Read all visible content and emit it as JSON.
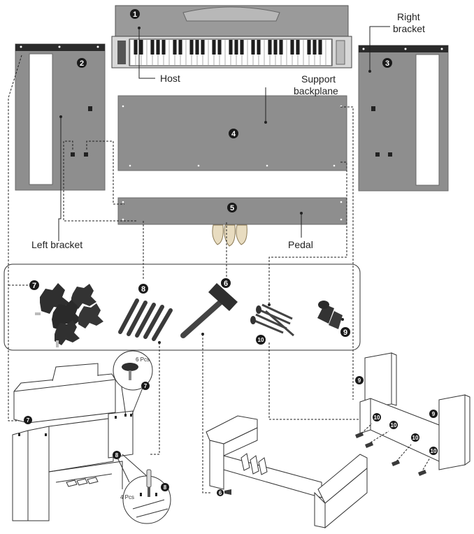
{
  "labels": {
    "host": "Host",
    "right_bracket_line1": "Right",
    "right_bracket_line2": "bracket",
    "support_line1": "Support",
    "support_line2": "backplane",
    "left_bracket": "Left bracket",
    "pedal": "Pedal",
    "pcs6": "6 Pcs",
    "pcs4": "4 Pcs"
  },
  "callouts": {
    "n1": "1",
    "n2": "2",
    "n3": "3",
    "n4": "4",
    "n5": "5",
    "n6": "6",
    "n7": "7",
    "n8": "8",
    "n9": "9",
    "n10": "10"
  },
  "colors": {
    "panel": "#8e8e8e",
    "callout": "#1a1a1a",
    "hardware": "#3a3a3a"
  }
}
